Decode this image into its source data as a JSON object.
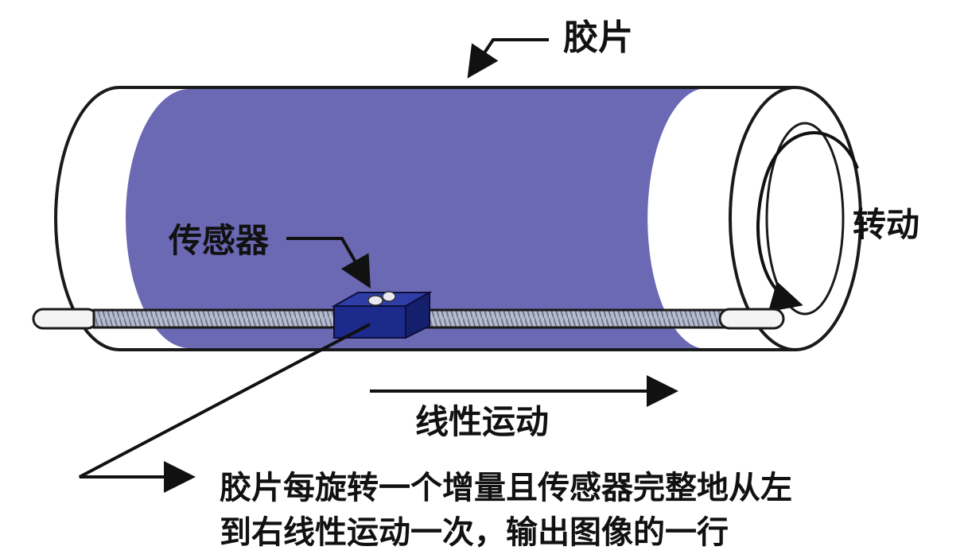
{
  "labels": {
    "film": "胶片",
    "rotation": "转动",
    "sensor": "传感器",
    "linear_motion": "线性运动",
    "caption_line1": "胶片每旋转一个增量且传感器完整地从左",
    "caption_line2": "到右线性运动一次，输出图像的一行"
  },
  "colors": {
    "film": "#6b68b4",
    "sensor_body": "#1c2a8c",
    "outline": "#1a1a1a",
    "rod": "#f4f4f4",
    "screw": "#9aa0b8"
  }
}
